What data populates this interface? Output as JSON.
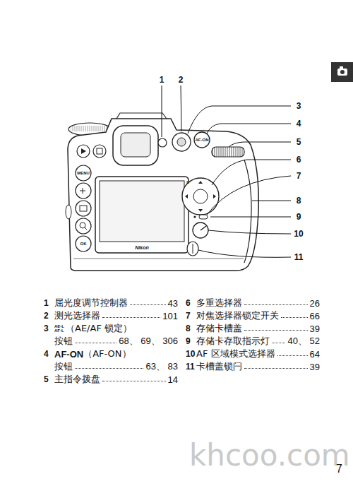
{
  "diagram": {
    "labels": [
      "1",
      "2",
      "3",
      "4",
      "5",
      "6",
      "7",
      "8",
      "9",
      "10",
      "11",
      "1",
      "屈光度调节控制器",
      "43",
      "2",
      "测光选择器",
      "101",
      "3",
      "AE-L",
      "AF-L",
      "（AE/AF 锁定）",
      "按钮",
      "68、 69、 306",
      "4",
      "AF-ON",
      "（AF-ON）",
      "按钮",
      "63、 83",
      "5",
      "主指令拨盘",
      "14",
      "6",
      "多重选择器",
      "26",
      "7",
      "对焦选择器锁定开关",
      "66",
      "8",
      "存储卡槽盖",
      "39",
      "9",
      "存储卡存取指示灯",
      "40、 52",
      "10",
      "AF 区域模式选择器",
      "64",
      "11",
      "卡槽盖锁闩",
      "39",
      "khcoo.com",
      "7",
      "MENU",
      "OK",
      "Nikon",
      "AF-ON",
      "L"
    ]
  }
}
